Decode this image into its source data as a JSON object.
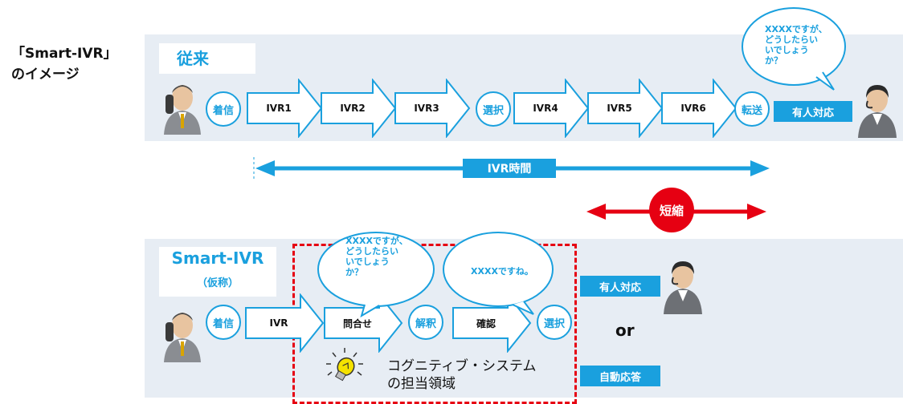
{
  "title": {
    "line1": "「Smart-IVR」",
    "line2": "のイメージ"
  },
  "conventional": {
    "label": "従来",
    "start_circle": "着信",
    "steps": [
      "IVR1",
      "IVR2",
      "IVR3"
    ],
    "select_circle": "選択",
    "steps2": [
      "IVR4",
      "IVR5",
      "IVR6"
    ],
    "transfer_circle": "転送",
    "human_box": "有人対応",
    "bubble": [
      "XXXXですが、",
      "どうしたらい",
      "いでしょう",
      "か？"
    ]
  },
  "timeline": {
    "ivr_time": "IVR時間",
    "shorten": "短縮"
  },
  "smart": {
    "label": "Smart-IVR",
    "sublabel": "（仮称）",
    "start_circle": "着信",
    "ivr": "IVR",
    "inquiry": "問合せ",
    "analysis_circle": "解釈",
    "confirm": "確認",
    "select_circle": "選択",
    "bubble1": [
      "XXXXですが、",
      "どうしたらい",
      "いでしょう",
      "か？"
    ],
    "bubble2": "XXXXですね。",
    "cognitive_label": [
      "コグニティブ・システム",
      "の担当領域"
    ],
    "human_box": "有人対応",
    "or": "or",
    "auto_box": "自動応答"
  },
  "colors": {
    "accent": "#1aa0de",
    "band": "#e7edf4",
    "red": "#e60012",
    "dash": "#e60012"
  }
}
